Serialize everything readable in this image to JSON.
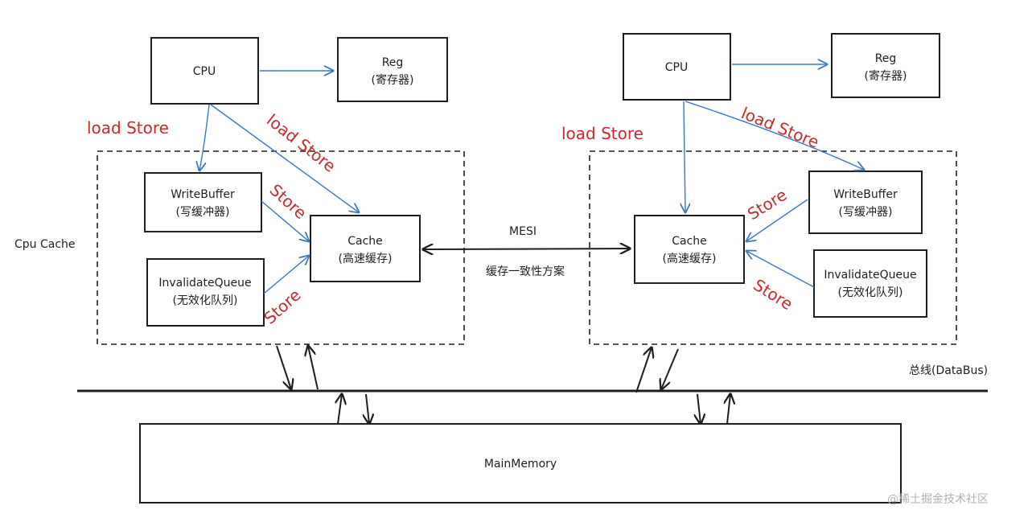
{
  "left": {
    "cpu": "CPU",
    "reg": [
      "Reg",
      "(寄存器)"
    ],
    "write_buffer": [
      "WriteBuffer",
      "(写缓冲器)"
    ],
    "invalidate_queue": [
      "InvalidateQueue",
      "(无效化队列)"
    ],
    "cache": [
      "Cache",
      "(高速缓存)"
    ],
    "label_load_store_1": "load Store",
    "label_load_store_2": "load Store",
    "label_store_1": "Store",
    "label_store_2": "Store"
  },
  "right": {
    "cpu": "CPU",
    "reg": [
      "Reg",
      "(寄存器)"
    ],
    "write_buffer": [
      "WriteBuffer",
      "(写缓冲器)"
    ],
    "invalidate_queue": [
      "InvalidateQueue",
      "(无效化队列)"
    ],
    "cache": [
      "Cache",
      "(高速缓存)"
    ],
    "label_load_store_1": "load Store",
    "label_load_store_2": "load Store",
    "label_store_1": "Store",
    "label_store_2": "Store"
  },
  "cpu_cache_label": "Cpu Cache",
  "mesi": {
    "title": "MESI",
    "subtitle": "缓存一致性方案"
  },
  "bus_label": "总线(DataBus)",
  "main_memory": "MainMemory",
  "watermark": "@稀土掘金技术社区",
  "colors": {
    "arrow_blue": "#3a78c2",
    "label_red": "#c92a2a",
    "stroke": "#1e1e1e"
  }
}
